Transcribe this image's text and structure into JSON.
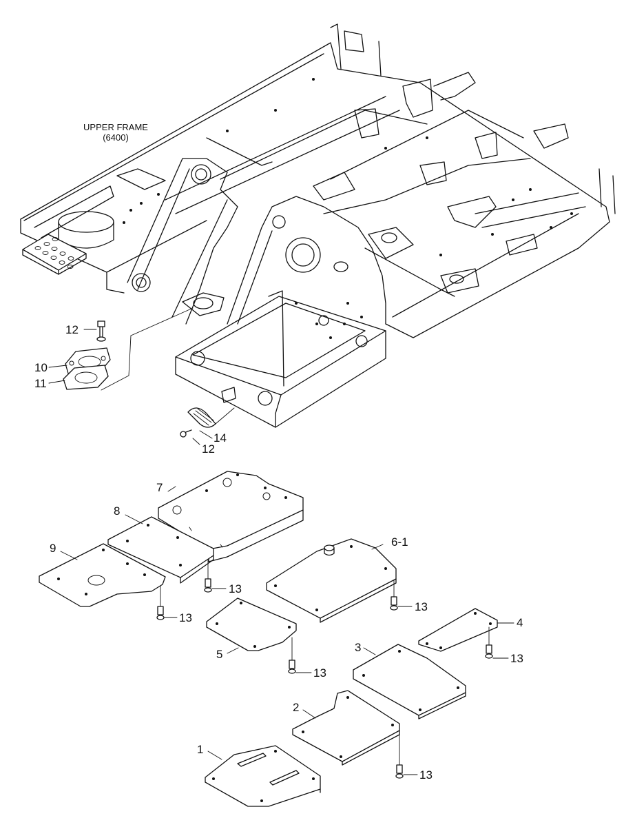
{
  "frame": {
    "title": "UPPER FRAME",
    "code": "(6400)"
  },
  "callouts": {
    "p1": "1",
    "p2": "2",
    "p3": "3",
    "p4": "4",
    "p5": "5",
    "p6_1": "6-1",
    "p7": "7",
    "p8": "8",
    "p9": "9",
    "p10": "10",
    "p11": "11",
    "p12": "12",
    "p13": "13",
    "p14": "14"
  }
}
